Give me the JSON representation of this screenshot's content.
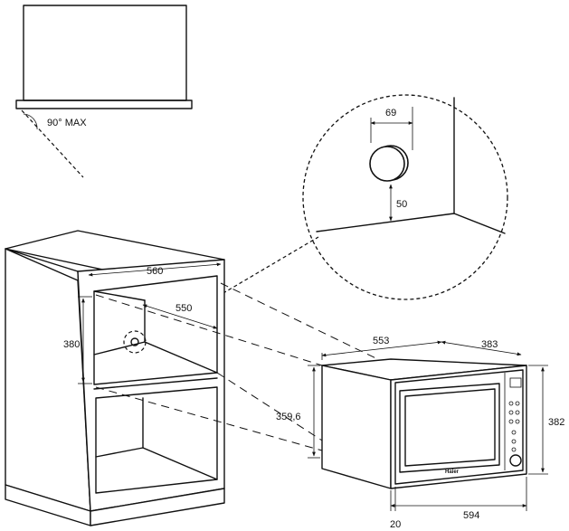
{
  "hinge_note": {
    "angle_label": "90° MAX"
  },
  "detail": {
    "width_label": "69",
    "height_label": "50"
  },
  "cabinet": {
    "width_label": "560",
    "depth_label": "550",
    "height_label": "380"
  },
  "oven": {
    "width_label": "553",
    "depth_label": "383",
    "body_height_label": "359,6",
    "total_height_label": "382",
    "front_width_label": "594",
    "front_offset_label": "20",
    "brand": "Haier"
  }
}
